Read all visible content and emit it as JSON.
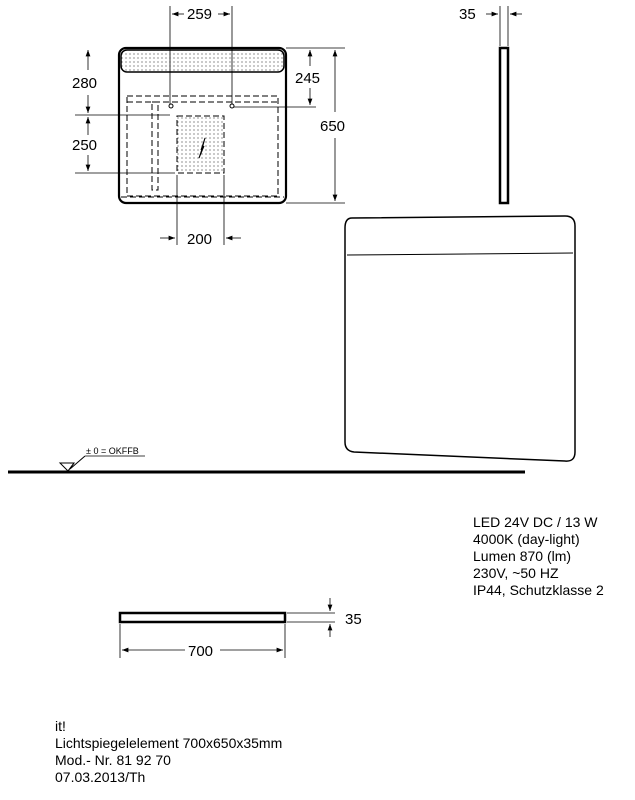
{
  "dimensions": {
    "mount_spacing": "259",
    "side_depth": "35",
    "upper_height": "280",
    "lower_height": "250",
    "mount_height": "245",
    "total_height": "650",
    "socket_width": "200",
    "top_depth": "35",
    "total_width": "700"
  },
  "floor_label": "± 0 = OKFFB",
  "specs": [
    "LED 24V DC / 13 W",
    "4000K (day-light)",
    "Lumen 870 (lm)",
    "230V, ~50 HZ",
    "IP44, Schutzklasse 2"
  ],
  "info": [
    "it!",
    "Lichtspiegelelement 700x650x35mm",
    "Mod.- Nr. 81 92 70",
    "07.03.2013/Th"
  ]
}
